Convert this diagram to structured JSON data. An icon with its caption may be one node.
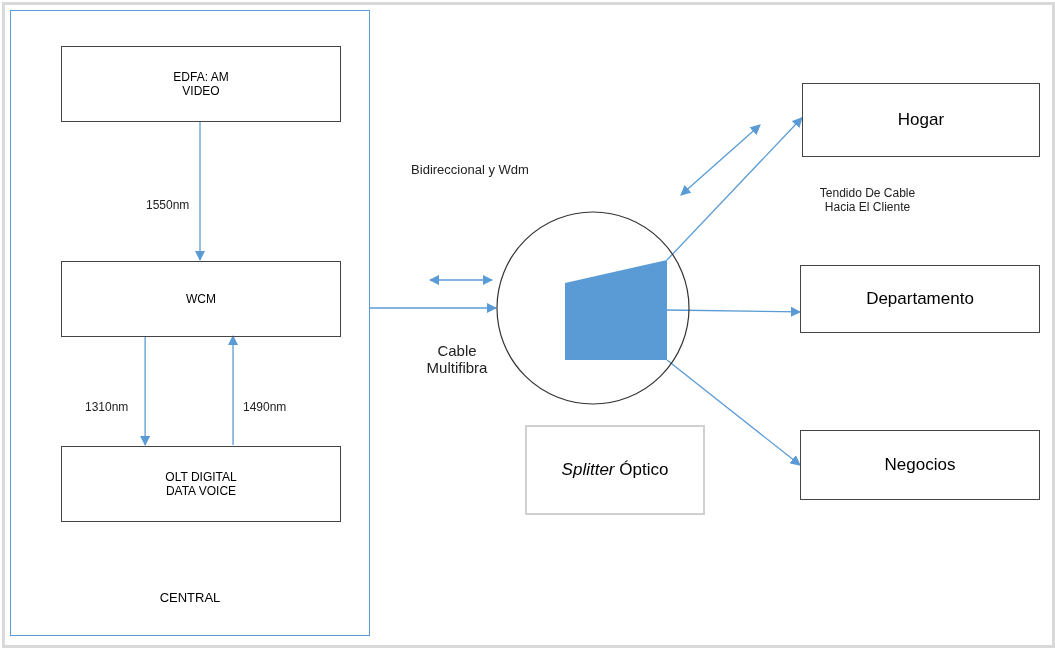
{
  "diagram": {
    "nodes": [
      {
        "text": [
          "CENTRAL"
        ]
      },
      {
        "text": [
          "EDFA: AM VIDEO"
        ],
        "in": 0
      },
      {
        "text": [
          "WCM"
        ],
        "in": 0
      },
      {
        "text": [
          "OLT DIGITAL DATA VOICE"
        ],
        "in": 0
      },
      {
        "text": [],
        "shape": "circle"
      },
      {
        "text": [],
        "shape": "box",
        "in": 4
      },
      {
        "text": [
          "*Splitter* Óptico"
        ]
      },
      {
        "text": [
          "Hogar"
        ]
      },
      {
        "text": [
          "Departamento"
        ]
      },
      {
        "text": [
          "Negocios"
        ]
      }
    ],
    "edges": [
      {
        "from": 1,
        "to": 2,
        "arrow": "to",
        "label": "1550nm"
      },
      {
        "from": 2,
        "to": 3,
        "arrow": "to",
        "label": "1310nm"
      },
      {
        "from": 3,
        "to": 2,
        "arrow": "to",
        "label": "1490nm"
      },
      {
        "from": 0,
        "to": 4,
        "arrow": "to",
        "label": "Cable Multifibra"
      },
      {
        "from": 5,
        "to": 7,
        "arrow": "to"
      },
      {
        "from": 5,
        "to": 8,
        "arrow": "to"
      },
      {
        "from": 5,
        "to": 9,
        "arrow": "to"
      }
    ],
    "labels": [
      "Bidireccional y Wdm",
      "Tendido De Cable Hacia El Cliente"
    ]
  }
}
